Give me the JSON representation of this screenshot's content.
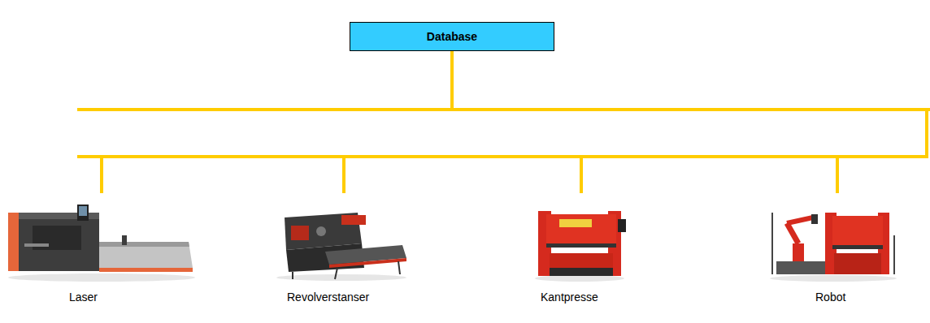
{
  "diagram": {
    "nodes": [
      {
        "text": [
          "Database"
        ]
      },
      {
        "text": [
          "Laser"
        ]
      },
      {
        "text": [
          "Revolverstanser"
        ]
      },
      {
        "text": [
          "Kantpresse"
        ]
      },
      {
        "text": [
          "Robot"
        ]
      }
    ],
    "edges": [
      {
        "from": 0,
        "to": 1,
        "arrow": "none"
      },
      {
        "from": 0,
        "to": 2,
        "arrow": "none"
      },
      {
        "from": 0,
        "to": 3,
        "arrow": "none"
      },
      {
        "from": 0,
        "to": 4,
        "arrow": "none"
      }
    ]
  }
}
